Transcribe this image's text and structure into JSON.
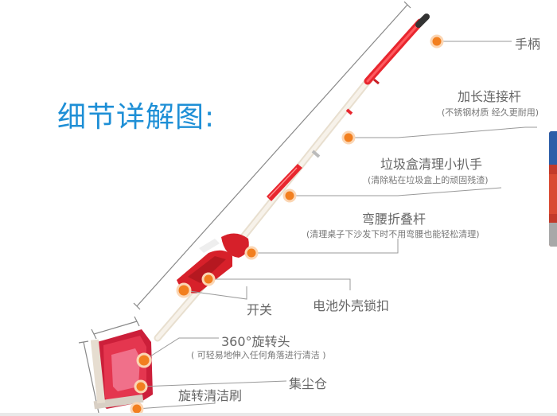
{
  "title": "细节详解图:",
  "labels": {
    "handle": "手柄",
    "extension_rod": "加长连接杆",
    "extension_rod_note": "(不锈钢材质 经久更耐用)",
    "dust_box_rake": "垃圾盒清理小扒手",
    "dust_box_rake_note": "(清除粘在垃圾盒上的顽固残渣)",
    "fold_rod": "弯腰折叠杆",
    "fold_rod_note": "(清理桌子下沙发下时不用弯腰也能轻松清理)",
    "switch": "开关",
    "battery_lock": "电池外壳锁扣",
    "rotating_head": "360°旋转头",
    "rotating_head_note": "( 可轻易地伸入任何角落进行清洁 )",
    "dust_bin": "集尘仓",
    "rotating_brush": "旋转清洁刷"
  },
  "colors": {
    "title": "#1e8fd6",
    "handle_red": "#e8262e",
    "pole_white": "#f3ede2",
    "marker_orange": "#f27f1f",
    "leader": "#999999"
  }
}
